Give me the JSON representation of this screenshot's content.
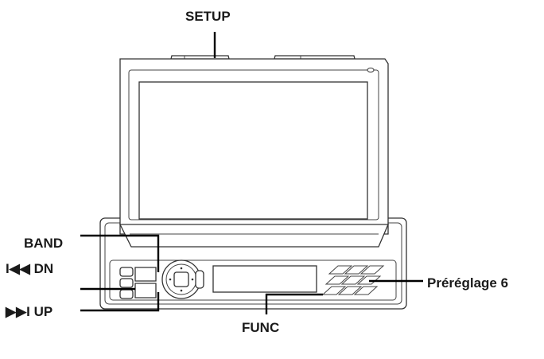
{
  "labels": {
    "setup": "SETUP",
    "band": "BAND",
    "dn": "I◀◀ DN",
    "up": "▶▶I UP",
    "preset6": "Préréglage 6",
    "func": "FUNC"
  }
}
